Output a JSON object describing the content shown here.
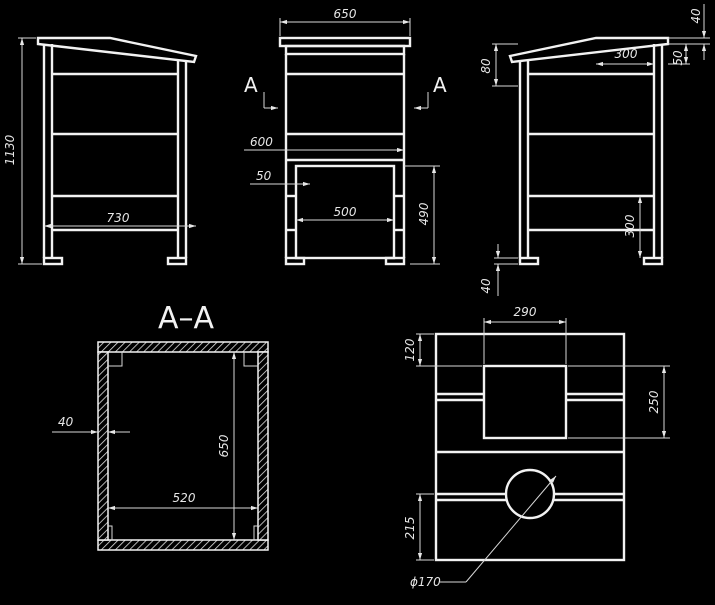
{
  "section_title": "A–A",
  "section_markers": [
    "A",
    "A"
  ],
  "dimensions": {
    "side_height": "1130",
    "side_width": "730",
    "front_width": "650",
    "front_inner": "600",
    "front_offset": "50",
    "front_opening_width": "500",
    "front_opening_height": "490",
    "top_thickness": "40",
    "roof_rise": "80",
    "roof_overhang": "300",
    "roof_offset": "50",
    "side_low_height": "300",
    "foot_height": "40",
    "section_wall": "40",
    "section_depth": "650",
    "section_width": "520",
    "plan_slot_width": "290",
    "plan_top_offset": "120",
    "plan_slot_height": "250",
    "plan_hole_offset": "215",
    "plan_hole_diameter": "ϕ170"
  },
  "colors": {
    "background": "#000000",
    "line": "#f2f2f2"
  }
}
